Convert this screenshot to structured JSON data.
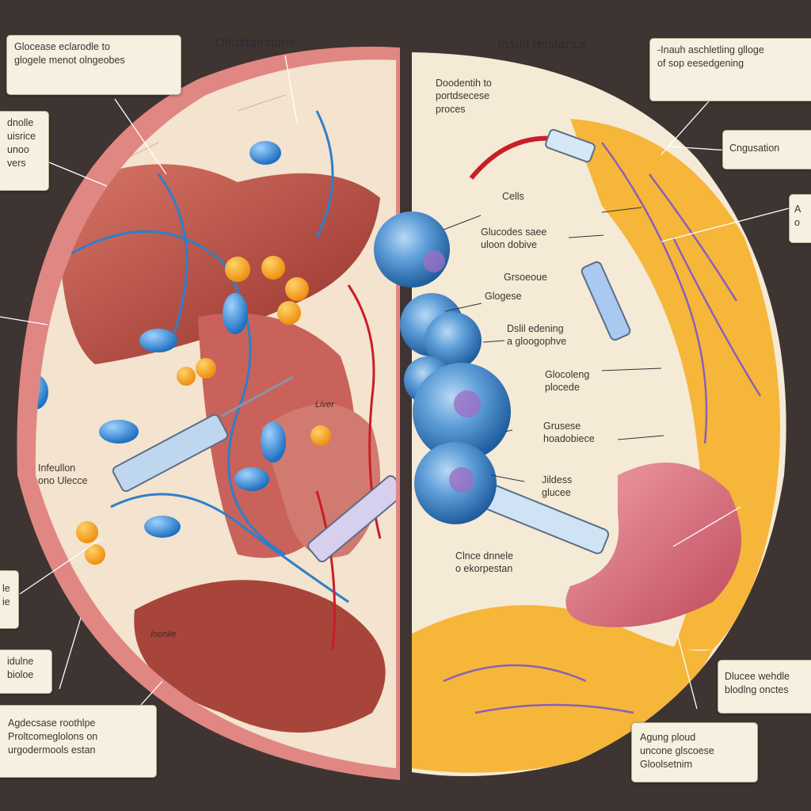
{
  "left_title": "Diiustairsuine",
  "right_title": "Insull reistance",
  "left_callouts": {
    "top": [
      "Glocease eclarodle to",
      "glogele menot olngeobes"
    ],
    "mid": [
      "dnolle",
      "uisrice",
      "unoo",
      "vers"
    ],
    "small": [
      "le",
      "ie"
    ],
    "low": [
      "idulne",
      "bioloe"
    ],
    "bottom": [
      "Agdecsase roothlpe",
      "Proltcomeglolons on",
      "urgodermools estan"
    ]
  },
  "left_tags": {
    "infusion": [
      "Infeullon",
      "ono Ulecce"
    ],
    "liver": "Liver",
    "organ": "Inonlie"
  },
  "right_callouts": {
    "top": [
      "-Inauh aschletling glloge",
      "of sop eesedgening"
    ],
    "congestion": "Cngusation",
    "far": [
      "A",
      "o"
    ],
    "mid": [
      "Dlucee wehdle",
      "blodlng onctes"
    ],
    "bottom": [
      "Agung ploud",
      "uncone glscoese",
      "Gloolsetnim"
    ]
  },
  "right_tags": {
    "intro": [
      "Doodentih to",
      "portdsecese",
      "proces"
    ],
    "cells": "Cells",
    "glucose_source": [
      "Glucodes saee",
      "uloon dobive"
    ],
    "glucose_1": "Grsoeoue",
    "glucose_2": "Glogese",
    "cell_entering": [
      "Dslil edening",
      "a gloogophve"
    ],
    "glucose_3": [
      "Glocoleng",
      "plocede"
    ],
    "glucose_4": [
      "Grusese",
      "hoadobiece"
    ],
    "glucose_5": [
      "Jildess",
      "glucee"
    ],
    "lower": [
      "Clnce dnnele",
      "o ekorpestan"
    ]
  },
  "palette": {
    "background": "#3e3431",
    "left_panel": "#f3e3cf",
    "skin_rim": "#e08783",
    "right_panel": "#f5ead6",
    "liver": "#b64a3e",
    "insulin_blue": "#2f7fc8",
    "fat_orange": "#f4a51c",
    "vessel_red": "#c81e27",
    "nerve_purple": "#8a5fb8"
  }
}
